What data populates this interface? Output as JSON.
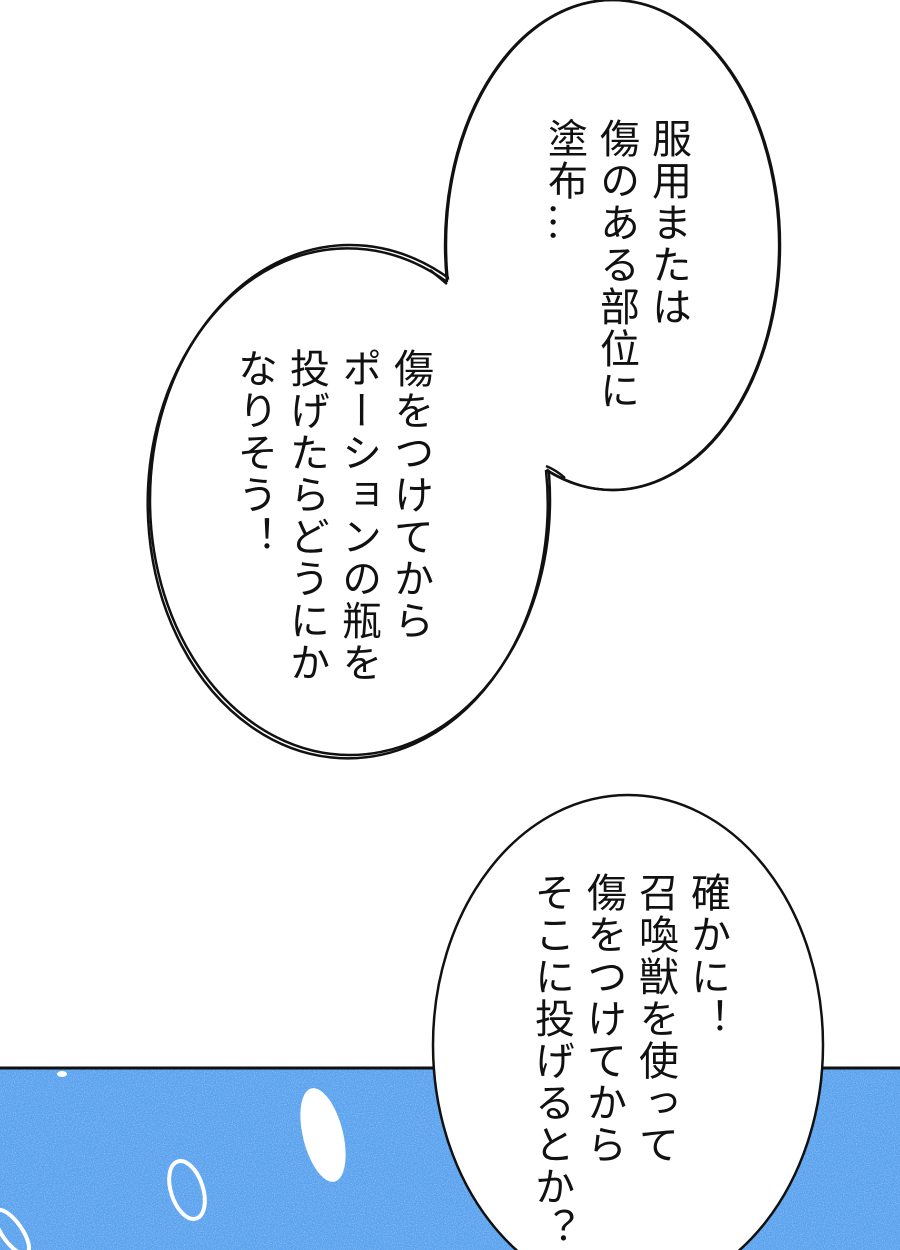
{
  "panel": {
    "background_color": "#ffffff",
    "water_color": "#5aa2ee",
    "outline_color": "#111111"
  },
  "bubbles": [
    {
      "id": "top-right",
      "lines": [
        "服用または",
        "傷のある部位に",
        "塗布…"
      ]
    },
    {
      "id": "middle-left",
      "lines": [
        "傷をつけてから",
        "ポーションの瓶を",
        "投げたらどうにか",
        "なりそう！"
      ]
    },
    {
      "id": "bottom-right",
      "lines": [
        "確かに！",
        "召喚獣を使って",
        "傷をつけてから",
        "そこに投げるとか？"
      ]
    }
  ]
}
